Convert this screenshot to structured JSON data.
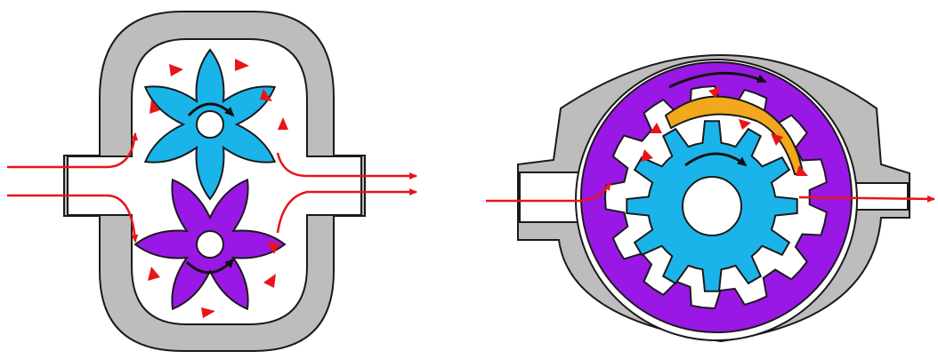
{
  "diagram": {
    "left_pump": {
      "upper_gear": {
        "teeth": 6,
        "color": "#1ab4ea"
      },
      "lower_gear": {
        "teeth": 6,
        "color": "#9a18e6"
      }
    },
    "right_pump": {
      "outer_ring": {
        "teeth": 13,
        "color": "#9a18e6"
      },
      "inner_gear": {
        "teeth": 12,
        "color": "#1ab4ea"
      },
      "crescent_color": "#f2a81c"
    },
    "colors": {
      "casing": "#bdbdbd",
      "outline": "#1a1a1a",
      "flow": "#e8141a",
      "rotation": "#111111"
    },
    "icons": [
      "flow-arrow-icon",
      "rotation-arrow-icon"
    ]
  }
}
